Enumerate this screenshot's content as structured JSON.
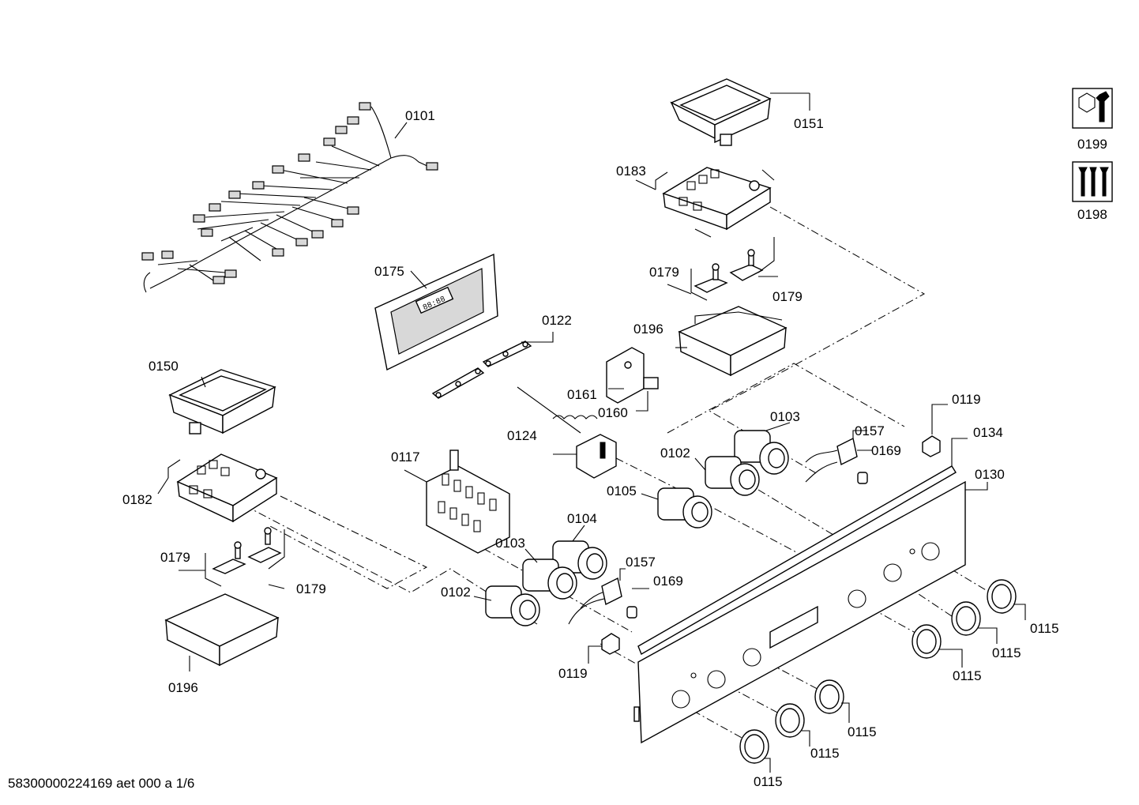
{
  "labels": {
    "p0101": "0101",
    "p0151": "0151",
    "p0183": "0183",
    "p0179a": "0179",
    "p0179b": "0179",
    "p0175": "0175",
    "p0122": "0122",
    "p0196a": "0196",
    "p0150": "0150",
    "p0161": "0161",
    "p0160": "0160",
    "p0124": "0124",
    "p0117": "0117",
    "p0103a": "0103",
    "p0102a": "0102",
    "p0157a": "0157",
    "p0169a": "0169",
    "p0119a": "0119",
    "p0134": "0134",
    "p0130": "0130",
    "p0105": "0105",
    "p0182": "0182",
    "p0104": "0104",
    "p0103b": "0103",
    "p0157b": "0157",
    "p0169b": "0169",
    "p0179c": "0179",
    "p0179d": "0179",
    "p0102b": "0102",
    "p0119b": "0119",
    "p0196b": "0196",
    "p0115a": "0115",
    "p0115b": "0115",
    "p0115c": "0115",
    "p0115d": "0115",
    "p0115e": "0115",
    "p0115f": "0115",
    "p0199": "0199",
    "p0198": "0198"
  },
  "display_text": "88:88",
  "footer": "58300000224169 aet 000 a 1/6"
}
